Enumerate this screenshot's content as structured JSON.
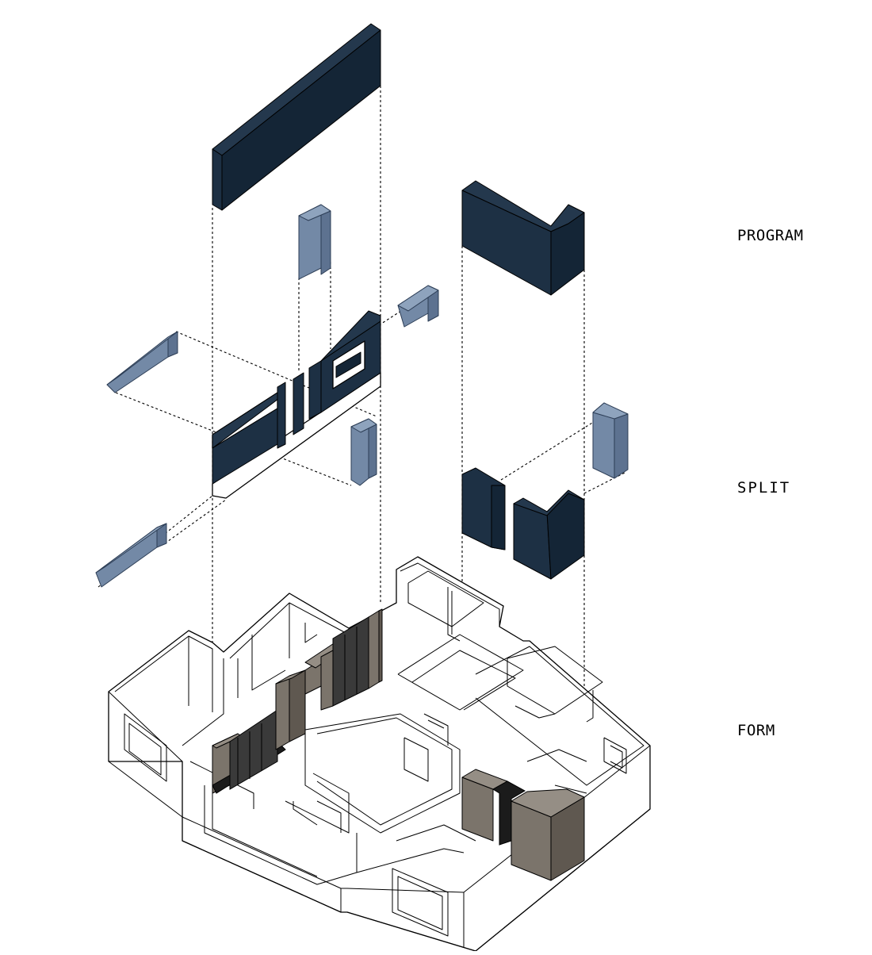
{
  "labels": {
    "program": "PROGRAM",
    "split": "SPLIT",
    "form": "FORM"
  },
  "colors": {
    "program_block": "#24384d",
    "split_piece": "#8ea3bd",
    "form_cabinet": "#7b746b",
    "line": "#000000",
    "background": "#ffffff"
  }
}
